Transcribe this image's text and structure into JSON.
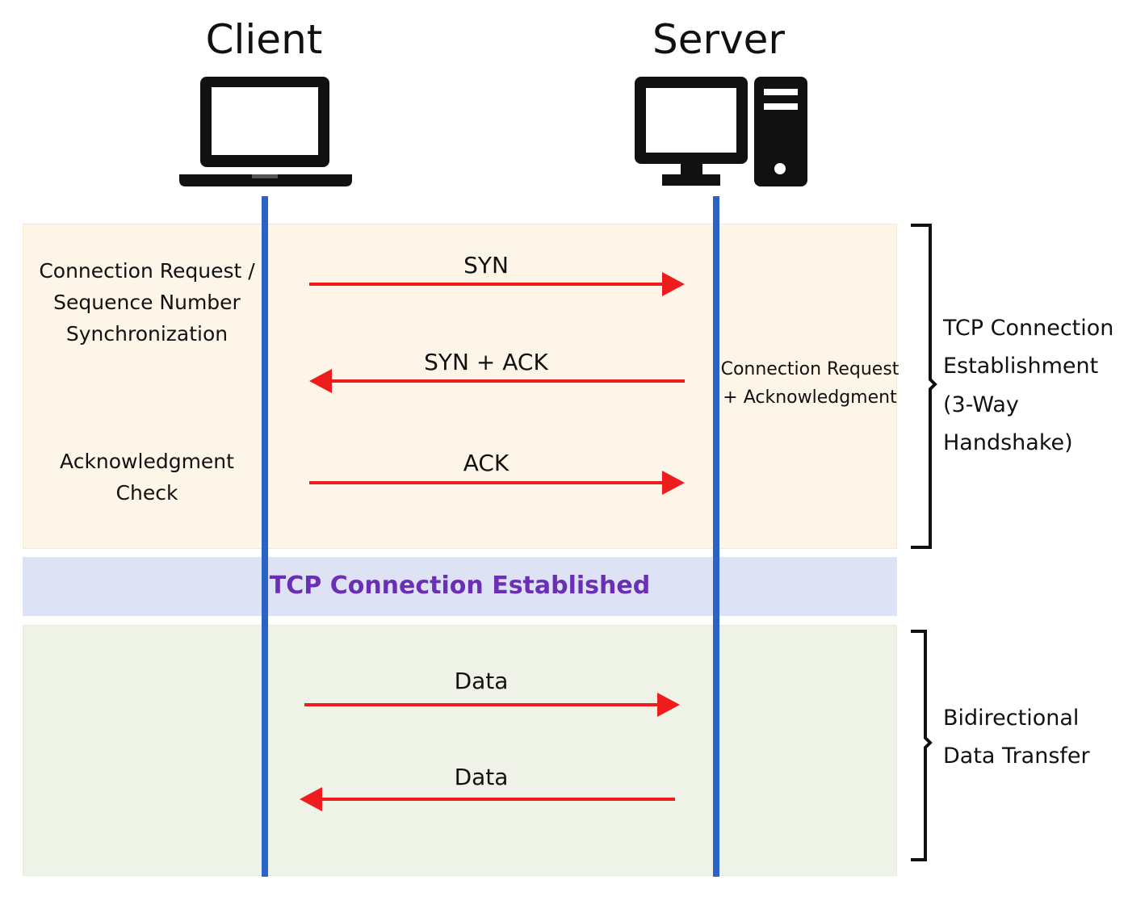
{
  "hosts": {
    "client": {
      "title": "Client",
      "icon": "laptop-icon"
    },
    "server": {
      "title": "Server",
      "icon": "desktop-tower-icon"
    }
  },
  "colors": {
    "lifeline": "#2a63c6",
    "arrow": "#ee1c1c",
    "handshake_band": "#fdf6e8",
    "established_band": "#dde3f4",
    "data_band": "#eff3e7",
    "banner_text": "#6a2fb5"
  },
  "messages": [
    {
      "label": "SYN",
      "direction": "client-to-server"
    },
    {
      "label": "SYN + ACK",
      "direction": "server-to-client"
    },
    {
      "label": "ACK",
      "direction": "client-to-server"
    },
    {
      "label": "Data",
      "direction": "client-to-server"
    },
    {
      "label": "Data",
      "direction": "server-to-client"
    }
  ],
  "notes": {
    "syn": [
      "Connection Request /",
      "Sequence Number",
      "Synchronization"
    ],
    "syn_ack": [
      "Connection Request",
      "+ Acknowledgment"
    ],
    "ack": [
      "Acknowledgment",
      "Check"
    ]
  },
  "banner": "TCP Connection Established",
  "phases": {
    "handshake": [
      "TCP Connection",
      "Establishment",
      "(3-Way Handshake)"
    ],
    "data": [
      "Bidirectional",
      "Data Transfer"
    ]
  }
}
